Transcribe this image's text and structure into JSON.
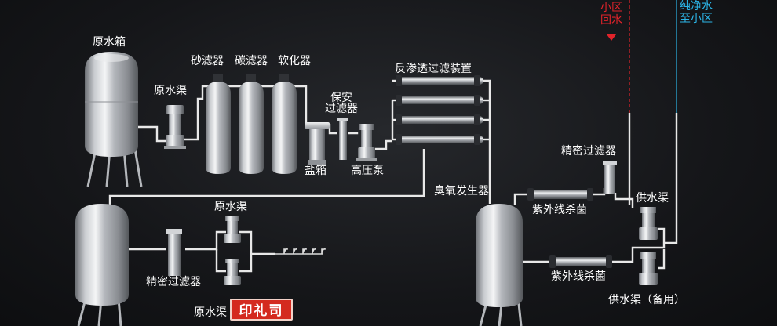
{
  "labels": {
    "raw_water_tank": "原水箱",
    "raw_water_pump_top": "原水渠",
    "sand_filter": "砂滤器",
    "carbon_filter": "碳滤器",
    "softener": "软化器",
    "security_filter": "保安\n过滤器",
    "reverse_osmosis": "反渗透过滤装置",
    "salt_tank": "盐箱",
    "high_pressure_pump": "高压泵",
    "ozone_generator": "臭氧发生器",
    "precision_filter_right": "精密过滤器",
    "supply_pump": "供水渠",
    "uv_sterilizer_top": "紫外线杀菌",
    "uv_sterilizer_bottom": "紫外线杀菌",
    "supply_pump_backup": "供水渠（备用）",
    "raw_water_pump_mid": "原水渠",
    "precision_filter_left": "精密过滤器",
    "raw_water_pump_bottom": "原水渠",
    "community_return": "小区\n回水",
    "pure_water_to_community": "纯净水\n至小区"
  },
  "stamp_text": "印礼司",
  "colors": {
    "return_line": "#e2232a",
    "pure_water_line": "#2cb6e8",
    "pipe": "#e8e8e8",
    "stamp": "#d42a1f"
  }
}
